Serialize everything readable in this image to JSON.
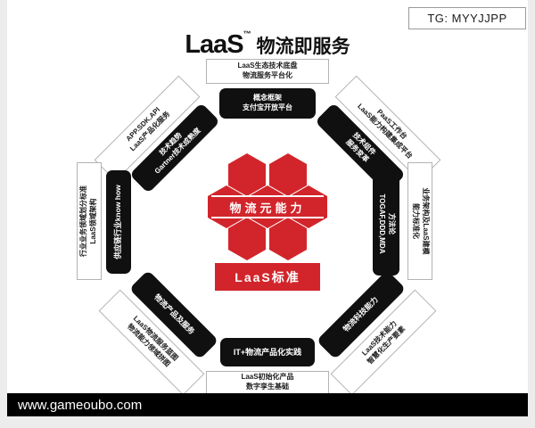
{
  "colors": {
    "red": "#d2252b",
    "black": "#101010"
  },
  "badge": {
    "text": "TG: MYYJJPP"
  },
  "title": {
    "brand": "LaaS",
    "tm": "™",
    "suffix": "物流即服务"
  },
  "center": {
    "band": "物流元能力",
    "standard": "LaaS标准"
  },
  "octagon": {
    "top": {
      "outer": {
        "line1": "LaaS生态技术底盘",
        "line2": "物流服务平台化"
      },
      "inner": {
        "line1": "概念框架",
        "line2": "支付宝开放平台"
      }
    },
    "top_left": {
      "outer": {
        "line1": "APP.SDK.API",
        "line2": "LaaS产品化服务"
      },
      "inner": {
        "line1": "技术趋势",
        "line2": "Gartner技术成熟度"
      }
    },
    "top_right": {
      "outer": {
        "line1": "PaaS工作台",
        "line2": "LaaS能力构建集成平台"
      },
      "inner": {
        "line1": "技术组件",
        "line2": "服务变革"
      }
    },
    "left": {
      "outer": {
        "line1": "行业业务领域划分标准",
        "line2": "LaaS领域架构"
      },
      "inner": {
        "line1": "供应链行业know how"
      }
    },
    "right": {
      "outer": {
        "line1": "业务架构及LaaS建模",
        "line2": "能力标准化"
      },
      "inner": {
        "line1": "方法论",
        "line2": "TOGAF,DDD,MDA"
      }
    },
    "bottom_left": {
      "outer": {
        "line1": "LaaS物流服务蓝图",
        "line2": "物流能力领域拼图"
      },
      "inner": {
        "line1": "物流产品及服务"
      }
    },
    "bottom_right": {
      "outer": {
        "line1": "LaaS技术能力",
        "line2": "智慧化生产要素"
      },
      "inner": {
        "line1": "物流科技能力"
      }
    },
    "bottom": {
      "outer": {
        "line1": "LaaS初始化产品",
        "line2": "数字孪生基础"
      },
      "inner": {
        "line1": "IT+物流产品化实践"
      }
    }
  },
  "watermark": {
    "text": "www.gameoubo.com"
  }
}
